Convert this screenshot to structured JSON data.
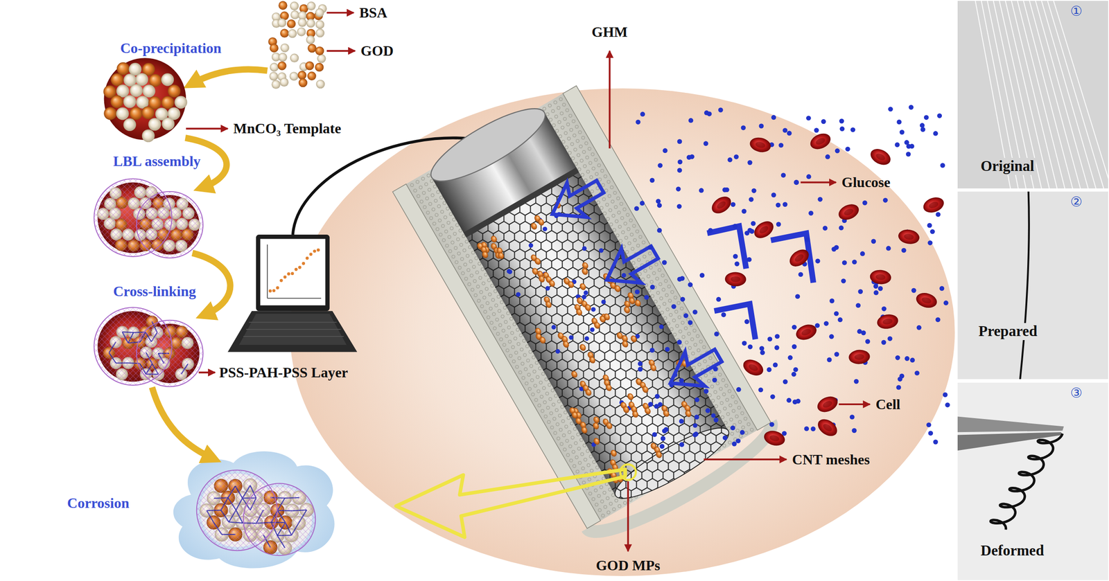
{
  "diagram": {
    "nodes": [
      {
        "text": [
          "①",
          "Original"
        ]
      },
      {
        "text": [
          "②",
          "Prepared"
        ]
      },
      {
        "text": [
          "③",
          "Deformed"
        ]
      }
    ],
    "labels": [
      "BSA",
      "GOD",
      "Co-precipitation",
      "MnCO₃ Template",
      "LBL assembly",
      "Cross-linking",
      "PSS-PAH-PSS Layer",
      "Corrosion",
      "GHM",
      "Glucose",
      "Cell",
      "CNT meshes",
      "GOD MPs"
    ]
  }
}
